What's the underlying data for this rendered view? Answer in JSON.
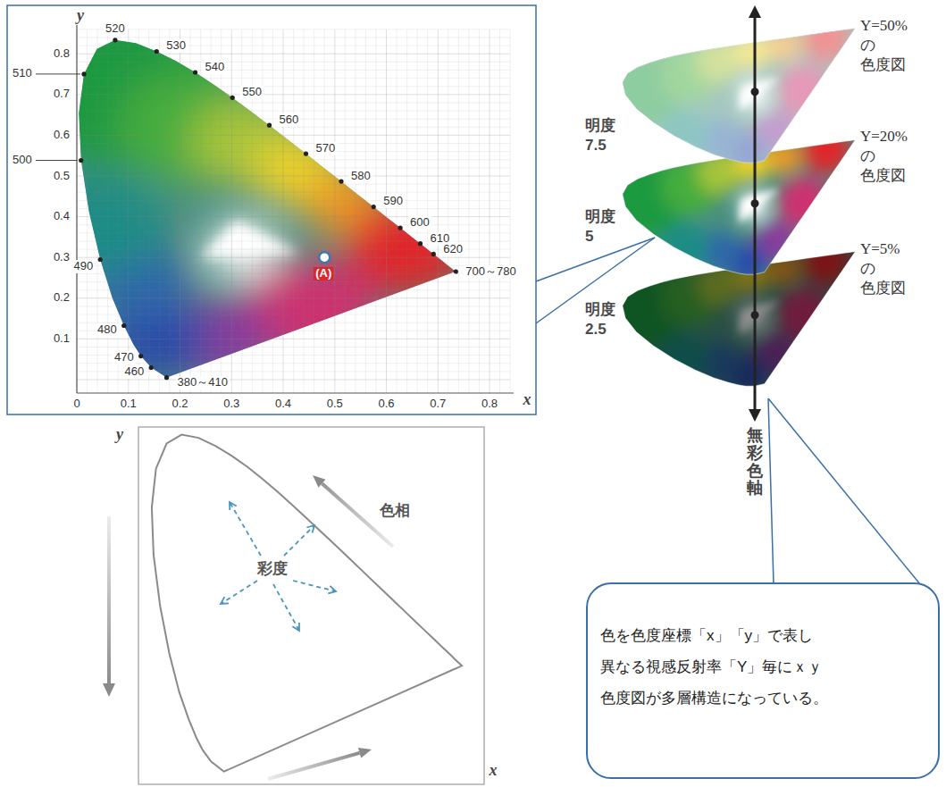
{
  "diagram": {
    "nodes": [
      {
        "text": [
          "色を色度座標「x」「y」で表し 異なる視感反射率「Y」毎にｘｙ 色度図が多層構造になっている。"
        ]
      }
    ],
    "labels": [
      "y",
      "0.8",
      "0.7",
      "0.6",
      "0.5",
      "0.4",
      "0.3",
      "0.2",
      "0.1",
      "520",
      "530",
      "540",
      "550",
      "560",
      "570",
      "580",
      "590",
      "600",
      "610",
      "620",
      "700～780",
      "510",
      "500",
      "490",
      "480",
      "470",
      "460",
      "380～410",
      "(A)",
      "0",
      "0.1",
      "0.2",
      "0.3",
      "0.4",
      "0.5",
      "0.6",
      "0.7",
      "0.8",
      "x",
      "明度 7.5",
      "明度 5",
      "明度 2.5",
      "Y=50%の 色度図",
      "Y=20%の 色度図",
      "Y=5%の 色度図",
      "無彩色軸",
      "y",
      "色相",
      "彩度",
      "x"
    ]
  }
}
